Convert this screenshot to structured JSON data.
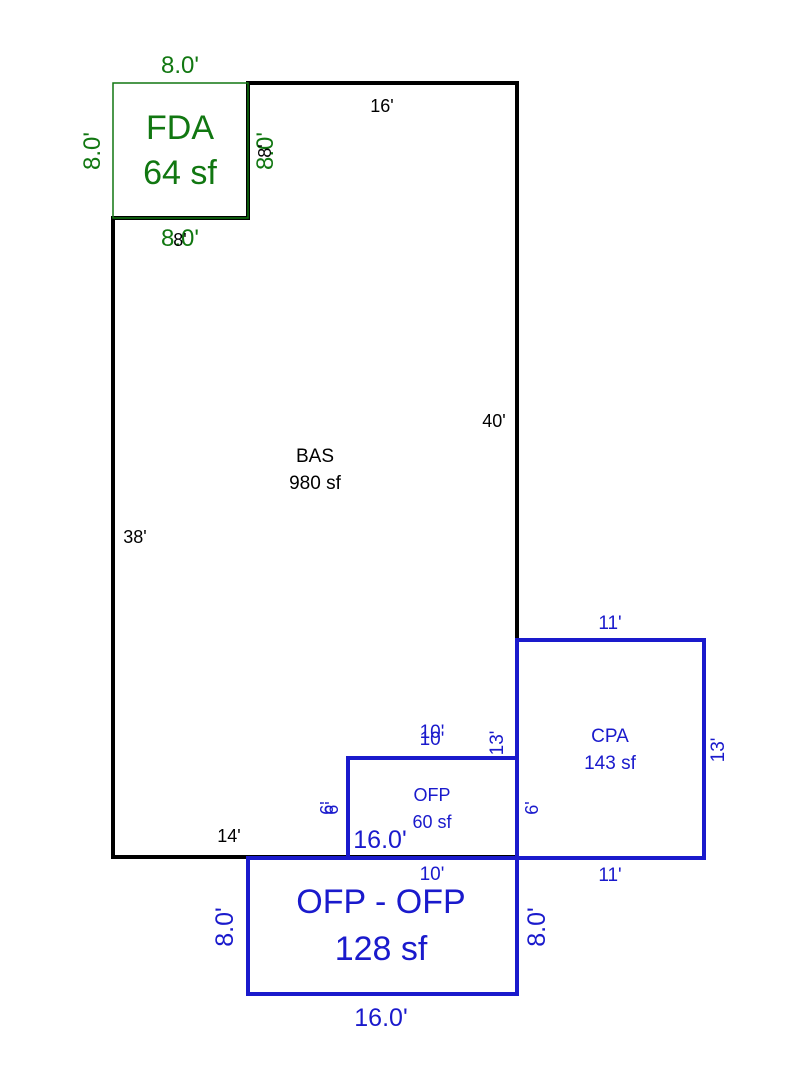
{
  "colors": {
    "bas": "#000000",
    "fda": "#117711",
    "ofp": "#1a1acc",
    "background": "#ffffff"
  },
  "bas": {
    "name": "BAS",
    "area": "980 sf",
    "dims": {
      "top": "16'",
      "right": "40'",
      "left": "38'",
      "bottom": "14'",
      "notch_horizontal": "8'",
      "notch_vertical": "8'"
    }
  },
  "fda": {
    "name": "FDA",
    "area": "64 sf",
    "dims": {
      "top": "8.0'",
      "left": "8.0'",
      "right": "8.0'",
      "bottom": "8.0'"
    }
  },
  "ofp_small": {
    "name": "OFP",
    "area": "60 sf",
    "dims": {
      "top": "10'",
      "top_overlap": "10'",
      "left": "6'",
      "left_overlap": "6'",
      "right": "6'",
      "bottom": "10'",
      "bottom_overlap": "16.0'"
    }
  },
  "cpa": {
    "name": "CPA",
    "area": "143 sf",
    "dims": {
      "top": "11'",
      "left": "13'",
      "right": "13'",
      "bottom": "11'"
    }
  },
  "ofp_ofp": {
    "name": "OFP - OFP",
    "area": "128 sf",
    "dims": {
      "bottom": "16.0'",
      "left": "8.0'",
      "right": "8.0'"
    }
  }
}
